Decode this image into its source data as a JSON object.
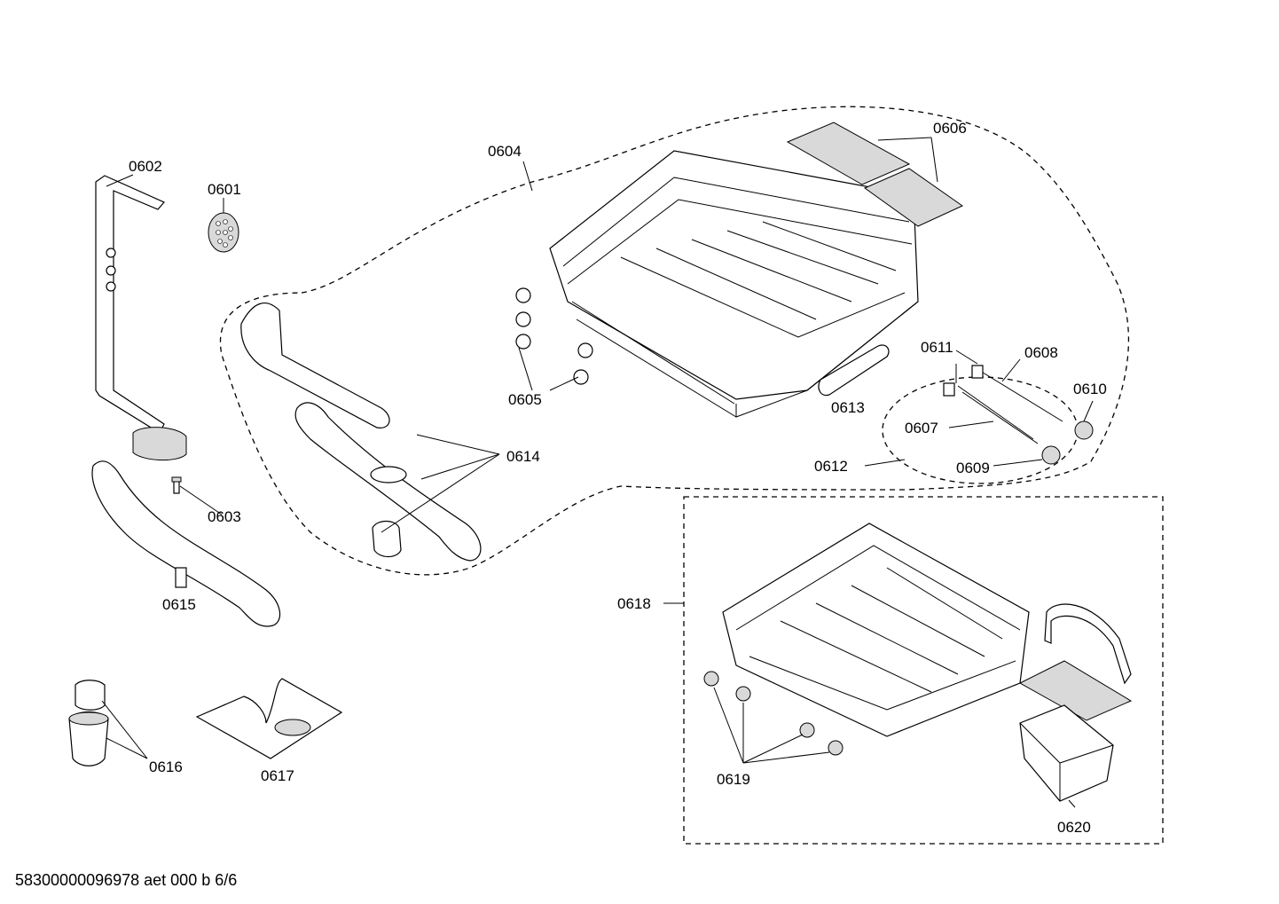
{
  "parts": [
    {
      "id": "p0601",
      "label": "0601"
    },
    {
      "id": "p0602",
      "label": "0602"
    },
    {
      "id": "p0603",
      "label": "0603"
    },
    {
      "id": "p0604",
      "label": "0604"
    },
    {
      "id": "p0605",
      "label": "0605"
    },
    {
      "id": "p0606",
      "label": "0606"
    },
    {
      "id": "p0607",
      "label": "0607"
    },
    {
      "id": "p0608",
      "label": "0608"
    },
    {
      "id": "p0609",
      "label": "0609"
    },
    {
      "id": "p0610",
      "label": "0610"
    },
    {
      "id": "p0611",
      "label": "0611"
    },
    {
      "id": "p0612",
      "label": "0612"
    },
    {
      "id": "p0613",
      "label": "0613"
    },
    {
      "id": "p0614",
      "label": "0614"
    },
    {
      "id": "p0615",
      "label": "0615"
    },
    {
      "id": "p0616",
      "label": "0616"
    },
    {
      "id": "p0617",
      "label": "0617"
    },
    {
      "id": "p0618",
      "label": "0618"
    },
    {
      "id": "p0619",
      "label": "0619"
    },
    {
      "id": "p0620",
      "label": "0620"
    }
  ],
  "footer": {
    "document_code": "58300000096978 aet 000 b 6/6"
  }
}
